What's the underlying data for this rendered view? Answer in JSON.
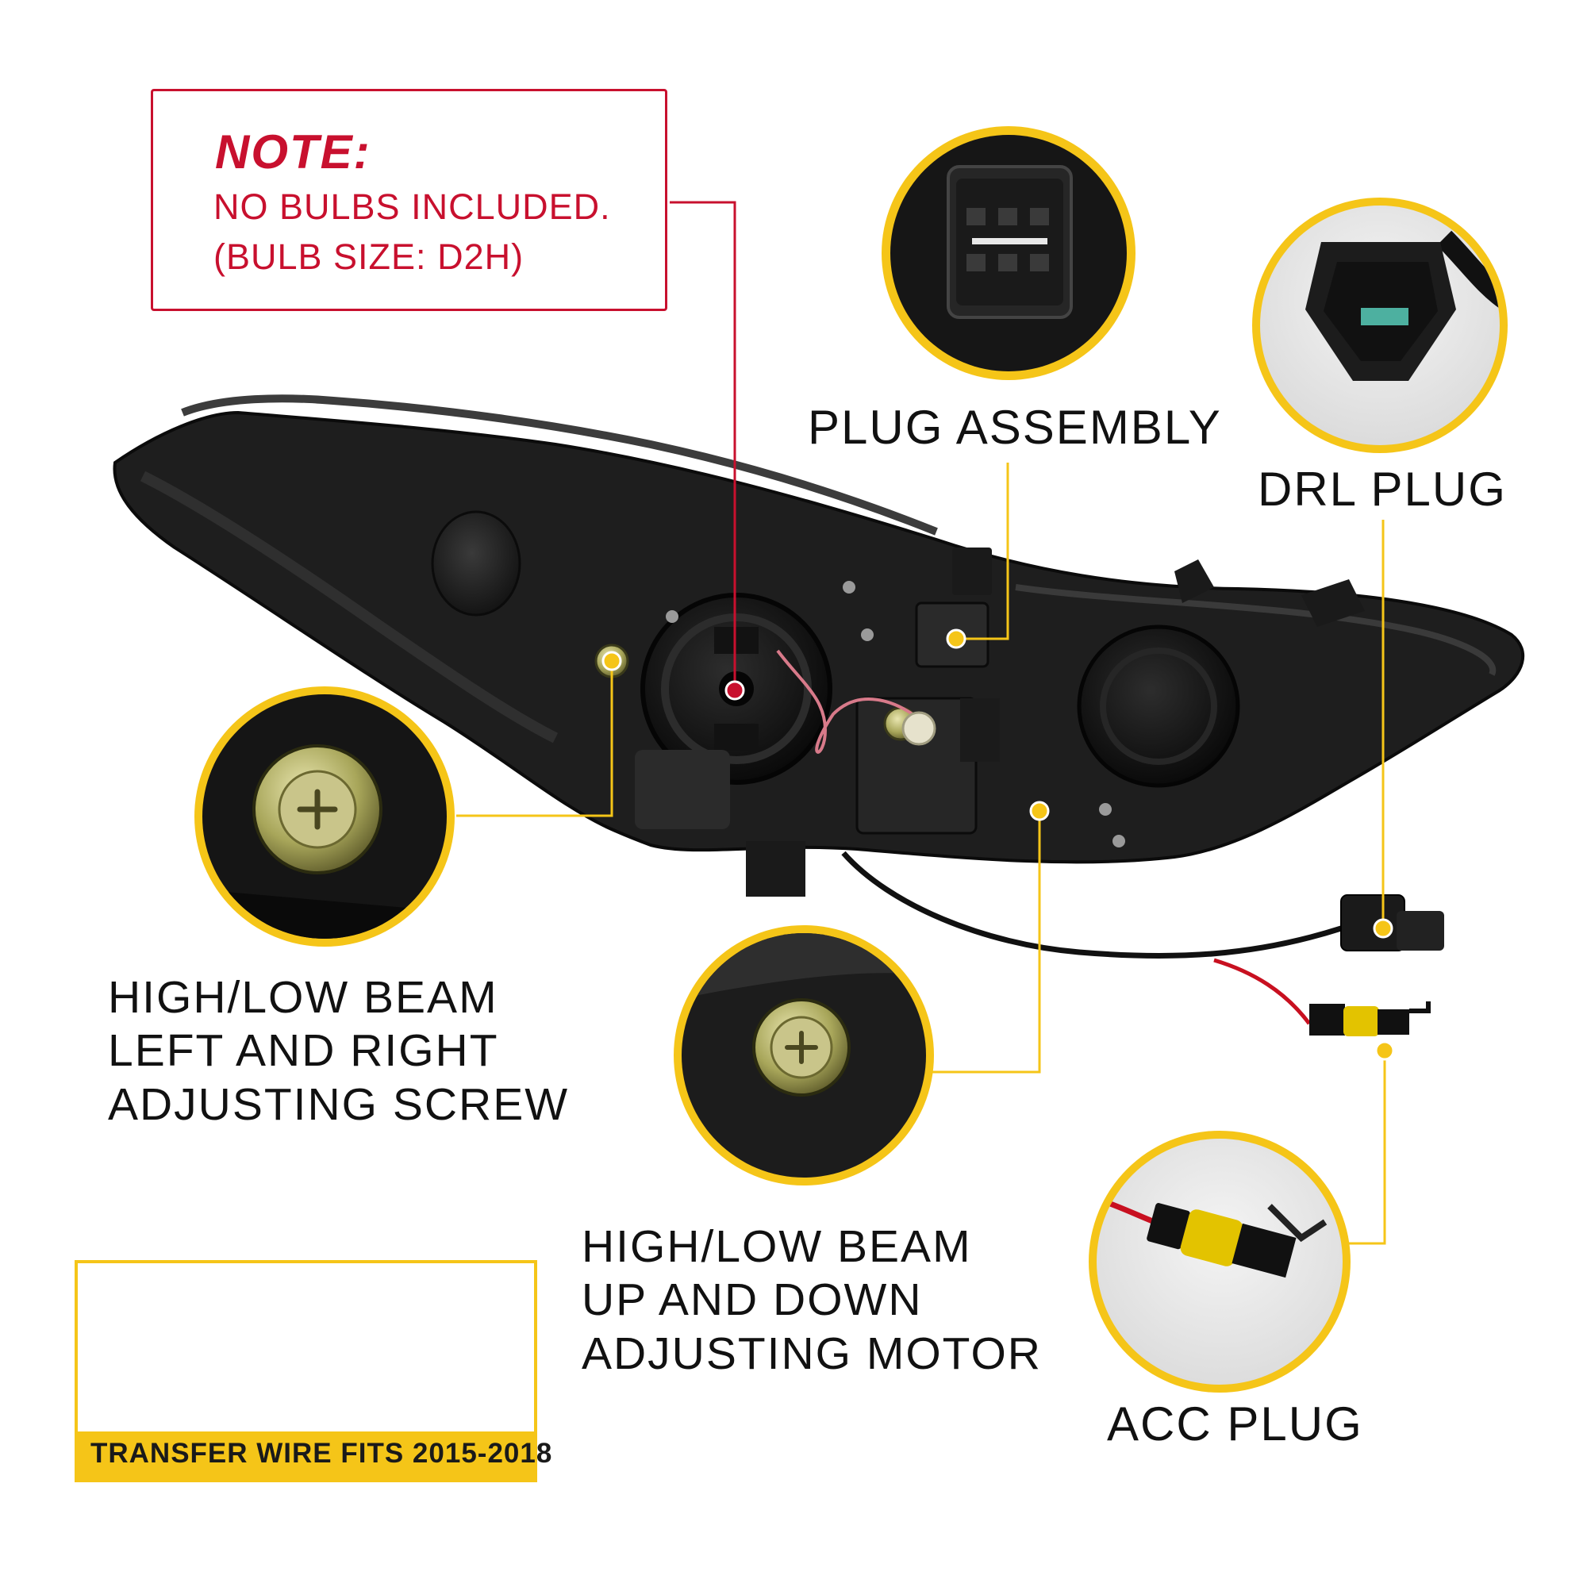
{
  "note": {
    "title": "NOTE:",
    "line1": "NO BULBS INCLUDED.",
    "line2": "(BULB SIZE: D2H)"
  },
  "labels": {
    "plug_assembly": "PLUG ASSEMBLY",
    "drl_plug": "DRL PLUG",
    "adjust_screw_line1": "HIGH/LOW BEAM",
    "adjust_screw_line2": "LEFT AND RIGHT",
    "adjust_screw_line3": "ADJUSTING SCREW",
    "adjust_motor_line1": "HIGH/LOW BEAM",
    "adjust_motor_line2": "UP AND DOWN",
    "adjust_motor_line3": "ADJUSTING MOTOR",
    "acc_plug": "ACC PLUG",
    "transfer_wire": "TRANSFER WIRE FITS 2015-2018"
  },
  "colors": {
    "accent_yellow": "#f5c518",
    "note_red": "#c8102e",
    "housing_black": "#1c1c1c",
    "text": "#111111"
  },
  "icons": {
    "product": "headlight-housing-back-view",
    "detail_plug_assembly": "connector-plug-icon",
    "detail_drl_plug": "drl-connector-icon",
    "detail_adjust_screw": "adjusting-screw-icon",
    "detail_adjust_motor": "adjusting-screw-icon",
    "detail_acc_plug": "waterproof-connector-icon",
    "transfer_wire": "adapter-cable-icon"
  }
}
